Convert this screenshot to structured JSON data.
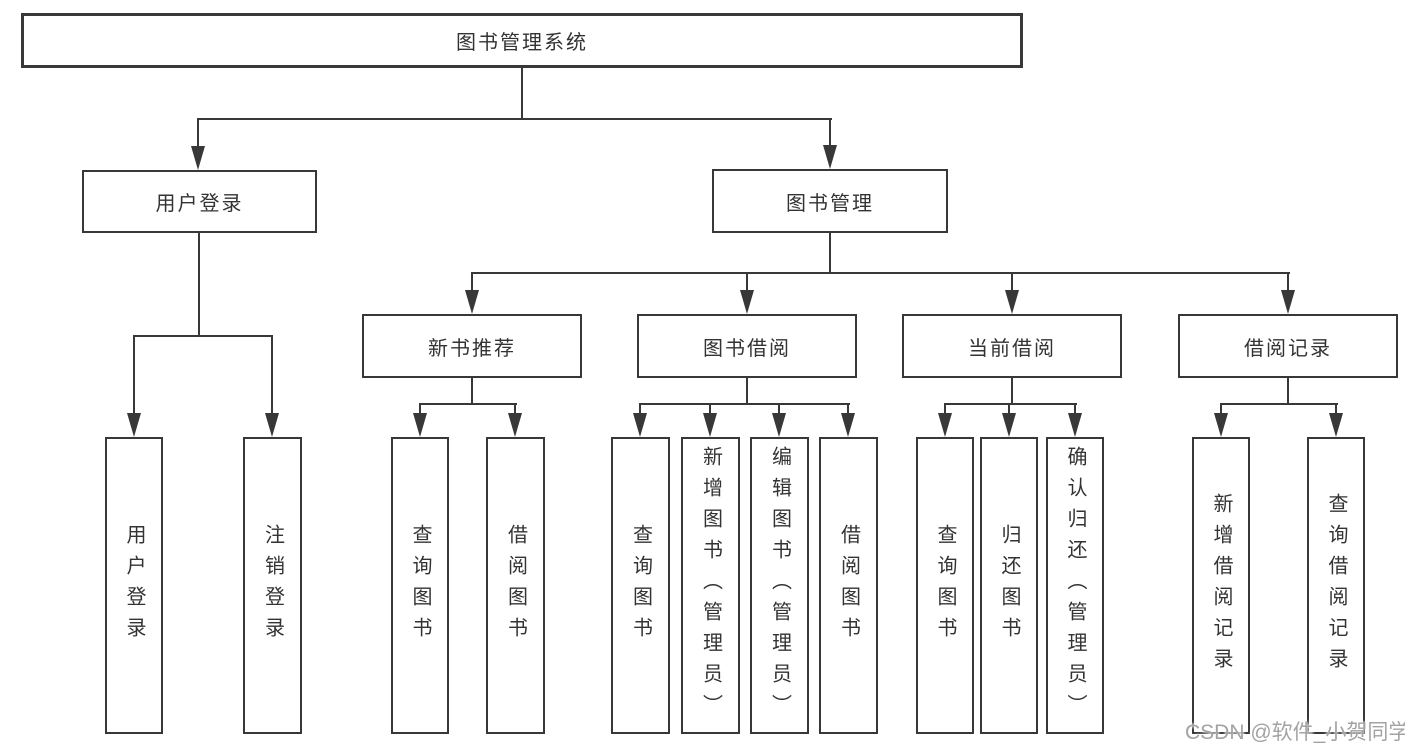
{
  "diagram": {
    "root": {
      "label": "图书管理系统"
    },
    "level2": [
      {
        "id": "user-login",
        "label": "用户登录"
      },
      {
        "id": "book-management",
        "label": "图书管理"
      }
    ],
    "level3": [
      {
        "id": "new-book-recommend",
        "label": "新书推荐"
      },
      {
        "id": "book-borrow",
        "label": "图书借阅"
      },
      {
        "id": "current-borrow",
        "label": "当前借阅"
      },
      {
        "id": "borrow-records",
        "label": "借阅记录"
      }
    ],
    "leaves": {
      "user_login": [
        "用户登录",
        "注销登录"
      ],
      "new_book_recommend": [
        "查询图书",
        "借阅图书"
      ],
      "book_borrow": [
        "查询图书",
        "新增图书（管理员）",
        "编辑图书（管理员）",
        "借阅图书"
      ],
      "current_borrow": [
        "查询图书",
        "归还图书",
        "确认归还（管理员）"
      ],
      "borrow_records": [
        "新增借阅记录",
        "查询借阅记录"
      ]
    },
    "watermark": "CSDN @软件_小贺同学",
    "colors": {
      "line": "#383838",
      "border": "#383838",
      "text": "#333333",
      "watermark": "#a3a3a3",
      "background": "#ffffff"
    }
  }
}
